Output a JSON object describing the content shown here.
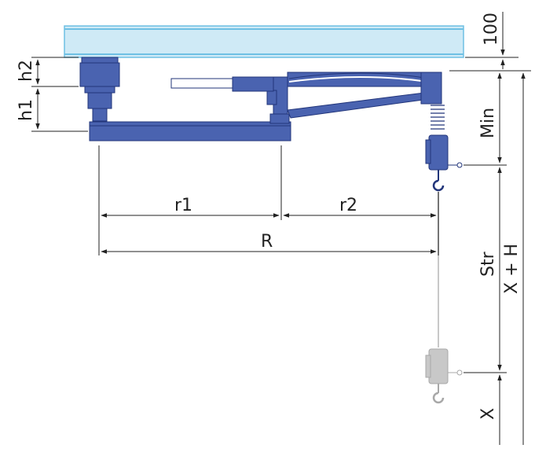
{
  "colors": {
    "rail": "#cfeaf6",
    "rail_edge": "#6fc0e4",
    "steel": "#4a63b0",
    "steel_dark": "#22357a",
    "ghost": "#c8c8c8",
    "ghost_dark": "#a8a8a8",
    "dimension": "#222222"
  },
  "labels": {
    "rail_offset": "100",
    "h2": "h2",
    "h1": "h1",
    "r1": "r1",
    "r2": "r2",
    "R": "R",
    "min": "Min",
    "stroke": "Str",
    "total_height": "X + H",
    "x": "X"
  },
  "icons": {
    "hook": "hook-icon",
    "hoist": "hoist-icon"
  }
}
